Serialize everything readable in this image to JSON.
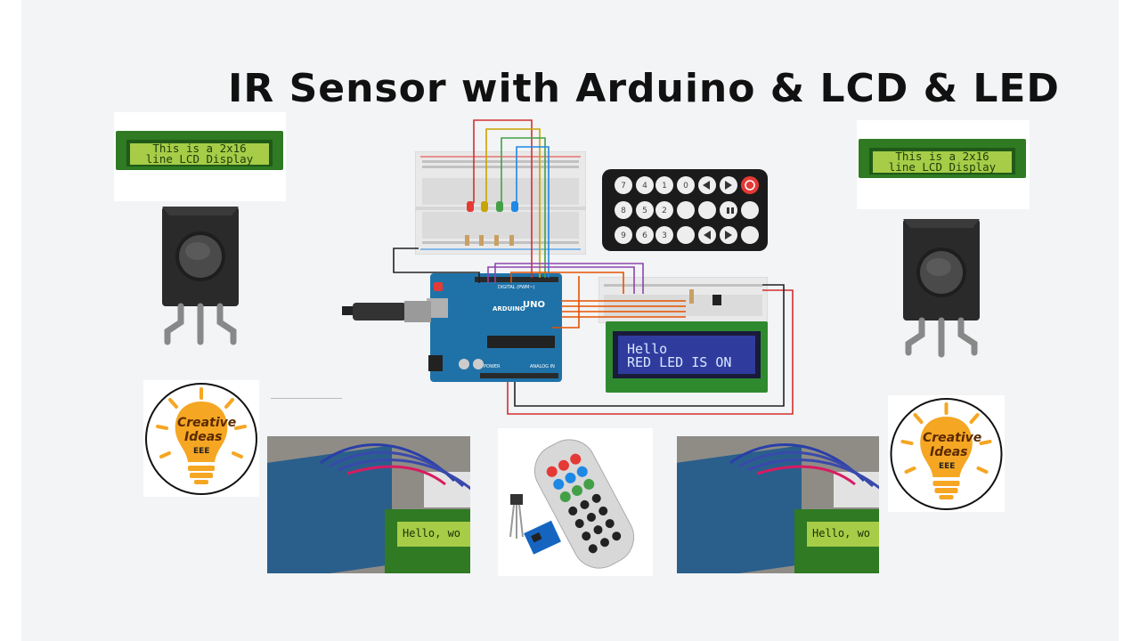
{
  "title": "IR Sensor with Arduino & LCD & LED",
  "small_lcd": {
    "line1": "This is a 2x16",
    "line2": "line LCD Display"
  },
  "big_lcd": {
    "line1": "Hello",
    "line2": "RED LED IS ON"
  },
  "logo": {
    "word1": "Creative",
    "word2": "Ideas",
    "word3": "EEE"
  },
  "photo_lcd": {
    "text": "Hello, wo"
  },
  "arduino": {
    "brand": "ARDUINO",
    "model": "UNO",
    "digital_label": "DIGITAL (PWM~)",
    "power_label": "POWER",
    "analog_label": "ANALOG IN"
  },
  "remote_keys": [
    "7",
    "4",
    "1",
    "0",
    "8",
    "5",
    "2",
    "9",
    "6",
    "3"
  ],
  "colors": {
    "led_red": "#e53935",
    "led_yellow": "#c9a400",
    "led_green": "#43a047",
    "led_blue": "#1e88e5",
    "lcd_green": "#a7cc47",
    "lcd_blue": "#2f3c9e",
    "arduino_blue": "#1f72a8"
  }
}
